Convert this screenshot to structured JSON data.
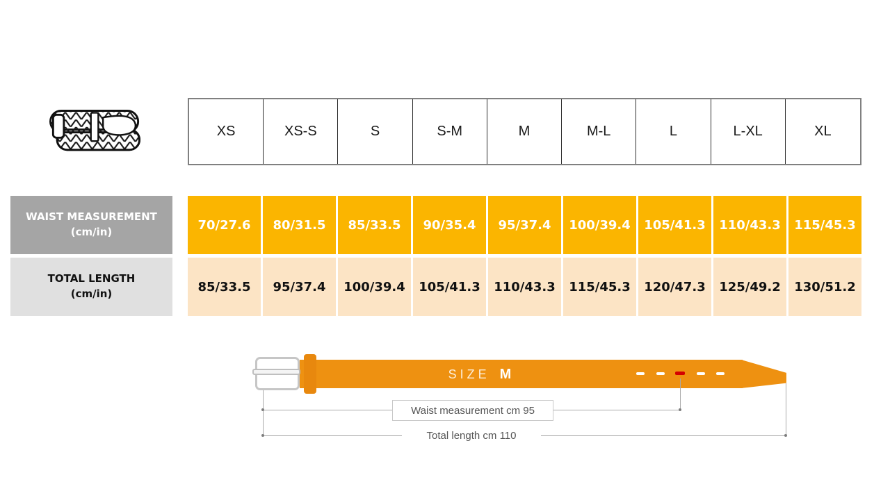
{
  "size_table": {
    "sizes": [
      "XS",
      "XS-S",
      "S",
      "S-M",
      "M",
      "M-L",
      "L",
      "L-XL",
      "XL"
    ],
    "waist": {
      "label": "WAIST MEASUREMENT",
      "unit": "(cm/in)",
      "values": [
        "70/27.6",
        "80/31.5",
        "85/33.5",
        "90/35.4",
        "95/37.4",
        "100/39.4",
        "105/41.3",
        "110/43.3",
        "115/45.3"
      ]
    },
    "total": {
      "label": "TOTAL LENGTH",
      "unit": "(cm/in)",
      "values": [
        "85/33.5",
        "95/37.4",
        "100/39.4",
        "105/41.3",
        "110/43.3",
        "115/45.3",
        "120/47.3",
        "125/49.2",
        "130/51.2"
      ]
    }
  },
  "diagram": {
    "size_label": "SIZE",
    "size_value": "M",
    "waist_annotation": "Waist measurement cm 95",
    "total_annotation": "Total length cm 110"
  },
  "colors": {
    "waist_cell": "#FBB500",
    "total_cell": "#FCE4C5",
    "waist_label_bg": "#A5A5A5",
    "total_label_bg": "#E0E0E0",
    "belt": "#EE9111",
    "hole_red": "#D40000"
  }
}
